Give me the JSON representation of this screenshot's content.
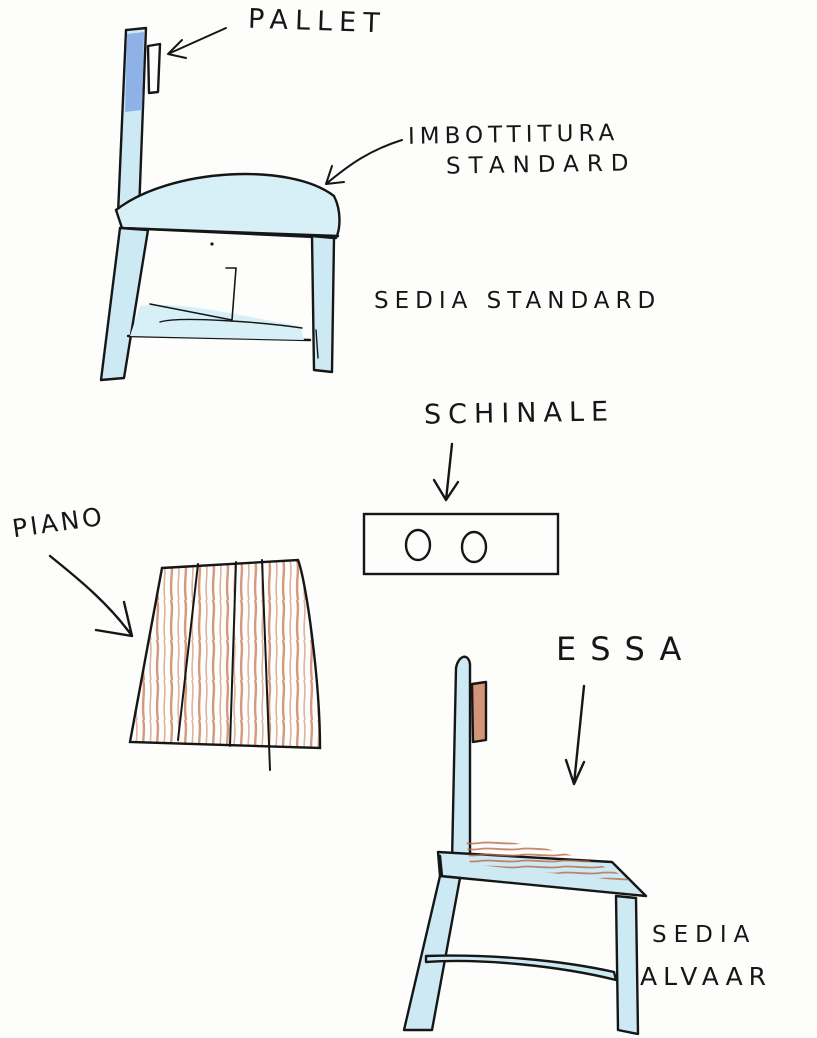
{
  "labels": {
    "pallet": "PALLET",
    "imbottitura": "IMBOTTITURA",
    "standard": "STANDARD",
    "sedia_standard": "SEDIA STANDARD",
    "schienale": "SCHINALE",
    "piano": "PIANO",
    "essa": "ESSA",
    "sedia": "SEDIA",
    "alvaar": "ALVAAR"
  },
  "colors": {
    "ink": "#161616",
    "chair_fill": "#cdeaf4",
    "pallet_fill": "#8fb2e6",
    "wood_fill": "#c98060",
    "paper": "#fdfdfc"
  }
}
